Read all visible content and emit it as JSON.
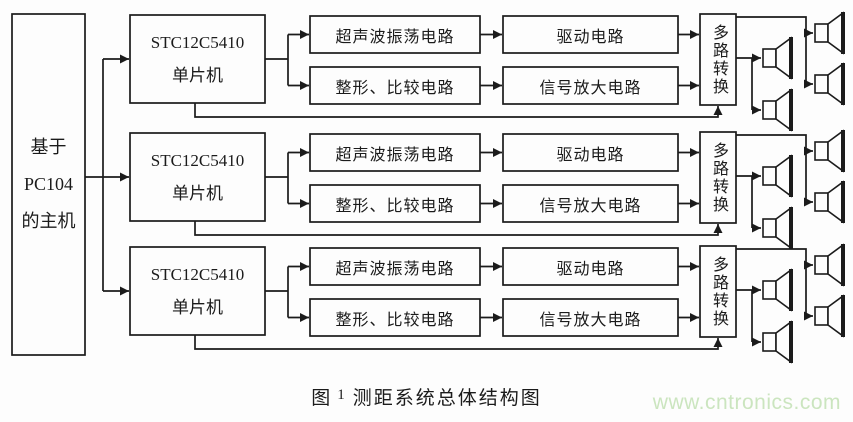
{
  "figure": {
    "caption_prefix": "图",
    "caption_number": "1",
    "caption_title": "测距系统总体结构图"
  },
  "watermark": {
    "text": "www.cntronics.com",
    "color": "#cbe5bf"
  },
  "colors": {
    "line": "#1b1b1b",
    "background": "#fdfdfd"
  },
  "host": {
    "line1": "基于",
    "line2": "PC104",
    "line3": "的主机"
  },
  "icons": {
    "transducer": "loudspeaker"
  },
  "channels": [
    {
      "mcu_model": "STC12C5410",
      "mcu_type": "单片机",
      "oscillator": "超声波振荡电路",
      "shaper": "整形、比较电路",
      "driver": "驱动电路",
      "amplifier": "信号放大电路",
      "mux": "多路转换",
      "transducer_count": 4
    },
    {
      "mcu_model": "STC12C5410",
      "mcu_type": "单片机",
      "oscillator": "超声波振荡电路",
      "shaper": "整形、比较电路",
      "driver": "驱动电路",
      "amplifier": "信号放大电路",
      "mux": "多路转换",
      "transducer_count": 4
    },
    {
      "mcu_model": "STC12C5410",
      "mcu_type": "单片机",
      "oscillator": "超声波振荡电路",
      "shaper": "整形、比较电路",
      "driver": "驱动电路",
      "amplifier": "信号放大电路",
      "mux": "多路转换",
      "transducer_count": 4
    }
  ]
}
